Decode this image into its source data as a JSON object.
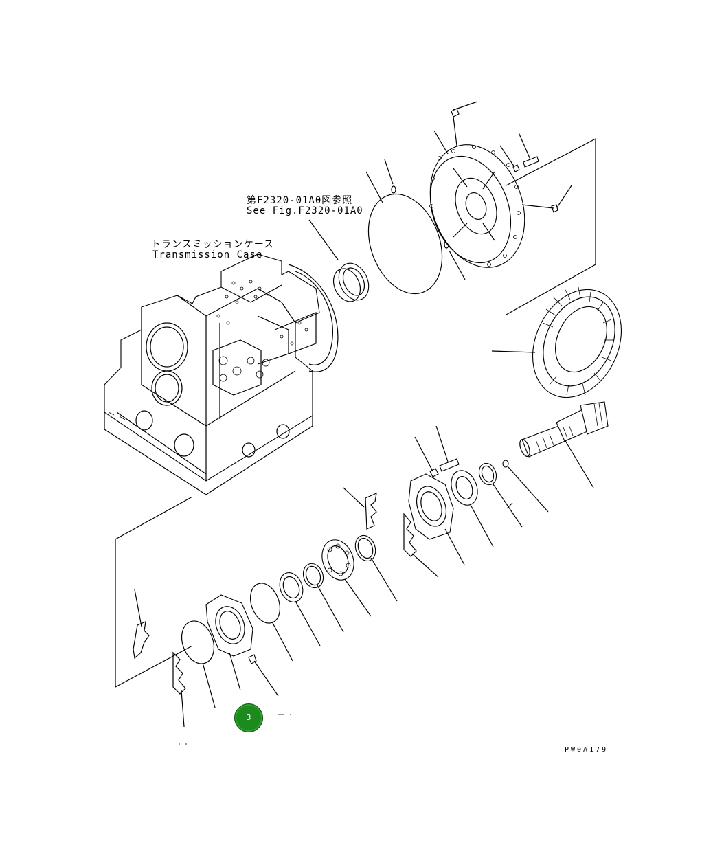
{
  "labels": {
    "reference_jp": "第F2320-01A0図参照",
    "reference_en": "See Fig.F2320-01A0",
    "case_jp": "トランスミッションケース",
    "case_en": "Transmission Case",
    "figure_code": "PW0A179"
  },
  "callout": {
    "number": "3",
    "color": "#1d8a1d"
  }
}
